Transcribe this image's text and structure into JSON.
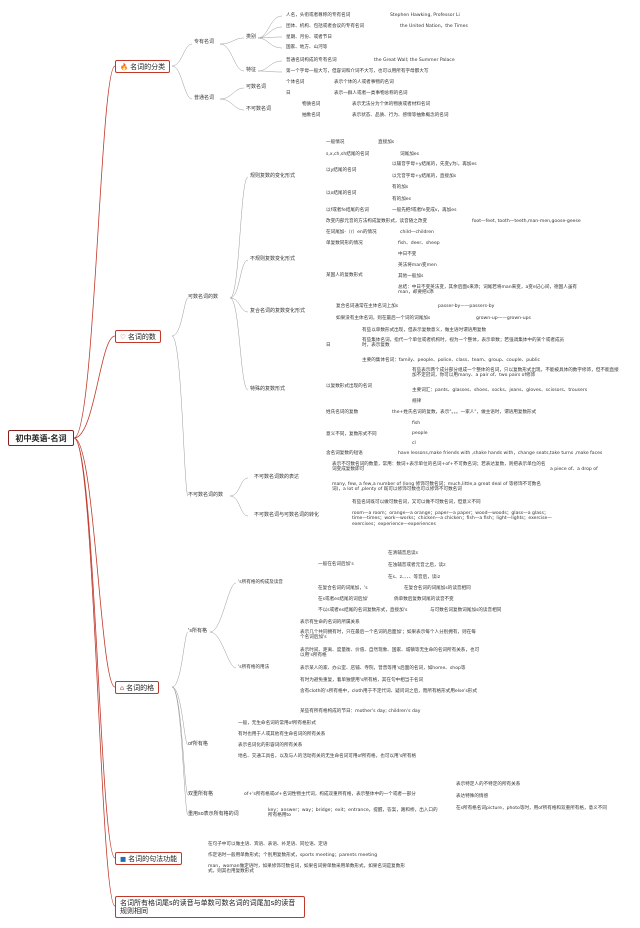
{
  "root": "初中英语·名词",
  "sections": {
    "classification": {
      "title": "名词的分类",
      "icon": "fire-icon",
      "proper": {
        "label": "专有名词",
        "category_label": "类别",
        "categories": [
          {
            "text": "人名，头衔或者尊称的专有名词",
            "example": "Stephen Hawking, Professor Li"
          },
          {
            "text": "团体、机构、包括或者会议的专有名词",
            "example": "the United Nation，the Times"
          },
          {
            "text": "星期、月份、或者节日",
            "example": ""
          },
          {
            "text": "国家、地方、山河等",
            "example": ""
          }
        ],
        "feature_label": "特征",
        "features": [
          {
            "text": "普通名词构成的专有名词",
            "example": "the Great Wall; the Summer Palace"
          },
          {
            "text": "第一个字母一般大写，但容词和介词不大写，也可以用所有字母都大写",
            "example": ""
          }
        ]
      },
      "common": {
        "label": "普通名词",
        "countable_label": "可数名词",
        "countable_items": [
          "个体名词",
          "表示个体的人或者事物的名词",
          "日",
          "表示一群人或者一类事物总称的名词"
        ],
        "uncountable_label": "不可数名词",
        "uncountable_items": [
          {
            "text": "物质名词",
            "desc": "表示无法分为个体的物质或者材料名词"
          },
          {
            "text": "抽象名词",
            "desc": "表示状态、品质、行为、感情等抽象概念的名词"
          }
        ]
      }
    },
    "number": {
      "title": "名词的数",
      "icon": "heart-icon",
      "countable_label": "可数名词的数",
      "regular": {
        "label": "规则复数的变化形式",
        "rows": [
          {
            "a": "一般情况",
            "b": "直接加s"
          },
          {
            "a": "s,x,ch,sh结尾的名词",
            "b": "词尾加es"
          },
          {
            "a": "以y结尾的名词",
            "b": "以辅音字母+y结尾的，先变y为i，再加es"
          },
          {
            "a": "",
            "b": "以元音字母+y结尾的，直接加s"
          },
          {
            "a": "以o结尾的名词",
            "b": "有的加s"
          },
          {
            "a": "",
            "b": "有的加es"
          },
          {
            "a": "以f或者fe结尾的名词",
            "b": "一般先把f或者fe变成v，再加es"
          }
        ]
      },
      "irregular": {
        "label": "不规则复数变化形式",
        "rows": [
          {
            "a": "改变内部元音的方法构成复数形式，读音随之改变",
            "b": "foot—feet, tooth—teeth,man-men,goose-geese"
          },
          {
            "a": "在词尾加-（r）en的情况",
            "b": "child—children"
          },
          {
            "a": "单复数同形的情况",
            "b": "fish、deer、sheep"
          }
        ],
        "people_label": "某国人的复数形式",
        "people_rows": [
          "中日不变",
          "英法将man变men",
          "其他一般加s",
          "总结：中日不变英法变，其余后面s来添；词尾若将man来变，a变e记心间，德国人虽有man，却要把s添"
        ]
      },
      "compound": {
        "label": "复合名词的复数变化形式",
        "rows": [
          {
            "a": "复合名词通常在主体名词上加s",
            "b": "passer-by——passers-by"
          },
          {
            "a": "如果没有主体名词，则在最后一个词的词尾加s",
            "b": "grown-up——grown-ups"
          }
        ]
      },
      "special": {
        "label": "特殊的复数形式",
        "dummy_label": "日",
        "dummy_rows": [
          "有些以单数形式出现，但表示复数意义，做主语时谓语用复数",
          "有些集体名词，指代一个单位或者机构时，视为一个整体，表示单数；若强调集体中的某个或者成员时，表示复数",
          "主要的集体名词：family、people、police、class、team、group、couple、public"
        ],
        "plural_only_label": "以复数形式出现的名词",
        "plural_only_rows": [
          "有些表示两个成分部分组成一个整体的名词，只以复数形式出现，不能被具体的数字修饰，但不能直接加不定冠词，你可以用many、a pair of、two pairs of修饰",
          "主要词汇：pants、glasses、shoes、socks、jeans、gloves、scissors、trousers",
          "规律"
        ],
        "number_names_label": "姓氏名词的复数",
        "number_names": "the+姓氏名词的复数，表示\"。。。一家人\"，做主语时，谓语用复数形式",
        "meaning_label": "意义不同，复数形式不同",
        "meaning_rows": [
          "fish",
          "people",
          "cl"
        ],
        "fixed_label": "含名词复数的短语",
        "fixed_text": "have lessons,make friends with ,shake hands with，change seats,take turns ,make faces"
      },
      "uncountable_label": "不可数名词的数",
      "uncountable_expr_label": "不可数名词数的表达",
      "uncountable_expr_rows": [
        {
          "a": "表示不可数名词的数量，常用：数词+表示单位的名词+of+不可数名词；若表达复数，则把表示单位的名词变成复数即可",
          "b": "a piece of、a drop of"
        },
        {
          "a": "many, few, a few,a number of (long 修饰可数名词；much,little,a great deal of 等修饰不可数名词)，a lot of ,plenty of 既可以修饰可数也可以修饰不可数名词",
          "b": ""
        }
      ],
      "uncountable_convert_label": "不可数名词与可数名词的转化",
      "uncountable_convert_rows": [
        "有些名词既可以做可数名词，又可以做不可数名词，但意义不同",
        "room—a room；orange—a orange；paper—a paper；wood—woods；glass—a glass；time—times；work—works；chicken—a chicken；fish—a fish；light—lights；exercise—exercises；experience—experiences"
      ]
    },
    "possessive": {
      "title": "名词的格",
      "icon": "home-icon",
      "s_label": "'s所有格",
      "formation_label": "'s所有格的构成及读音",
      "general_label": "一般在名词后加's",
      "general_rows": [
        "在清辅音后读s",
        "在浊辅音或者元音之后，读z",
        "在s、z、、、、等音后，读iz"
      ],
      "formation_rows": [
        {
          "a": "在复合名词的词尾加，'s",
          "b": "在复合名词的词尾加s的读音相同"
        },
        {
          "a": "在s或者es结尾的词后加'",
          "b": "倘单数后复数词尾的读音不变"
        },
        {
          "a": "不以s或者es结尾的名词复数形式，直接加's",
          "b": "与可数名词复数词尾加s的读音相同"
        }
      ],
      "usage_label": "'s所有格的用法",
      "usage_rows": [
        "表示有生命的名词的所属关系",
        "表示几个共同拥有时，只在最后一个名词的后面加'；如果表示每个人分别拥有，则在每个名词后加's",
        "表示时间、距离、度量衡、价值、自然现象、国家、城镇等无生命的名词所有关系，也可以用's所有格",
        "表示某人的家、办公室、店铺、寺院，曾曾等用's后面的名词，如home、shop等",
        "有时为避免重复，着单独使用's所有格，其在句中相当于名词",
        "含有cloth的's所有格中，cloth用于不定代词、疑问词之后，而所有格形式用else's形式",
        "某些有所有格构成的节日：mother's day; children's day"
      ],
      "of_label": "of所有格",
      "of_rows": [
        "一般，无生命名词的常用of所有格形式",
        "有时也用于人或其他有生命名词的所有关系",
        "表示名词化的形容词的所有关系",
        "地名、交通工具名，以及与人的活动有关的无生命名词可用of所有格，也可以用's所有格"
      ],
      "double_label": "双重所有格",
      "double_text": "of+'s所有格或of+名词性物主代词，构成双重所有格，表示整体中的一个或者一部分",
      "double_rows": [
        "表示特定人的不特定的所有关系",
        "表达特殊的情感"
      ],
      "of_n_label": "重用so表示所有格的词",
      "of_n_text": "key；answer；way；bridge；exit；entrance，提醒，答案，路和桥，出入口的所有格用to",
      "of_n_note": "在s所有格名词picture，photo等时，用of所有格和双重所有格，意义不同"
    },
    "syntax": {
      "title": "名词的句法功能",
      "icon": "square-icon",
      "rows": [
        "在句子中可以做主语、宾语、表语、补足语、同位语、定语",
        "作定语时一般用单数形式；个别用复数形式，sports meeting；parents meeting",
        "man，woman做定语时，如果修饰可数名词，如果名词要单数采用单数形式，如果名词是复数形式，则其也用复数形式"
      ]
    },
    "pronunciation": {
      "title": "名词所有格词尾s的读音与单数可数名词的词尾加s的读音规则相同",
      "icon": ""
    }
  }
}
